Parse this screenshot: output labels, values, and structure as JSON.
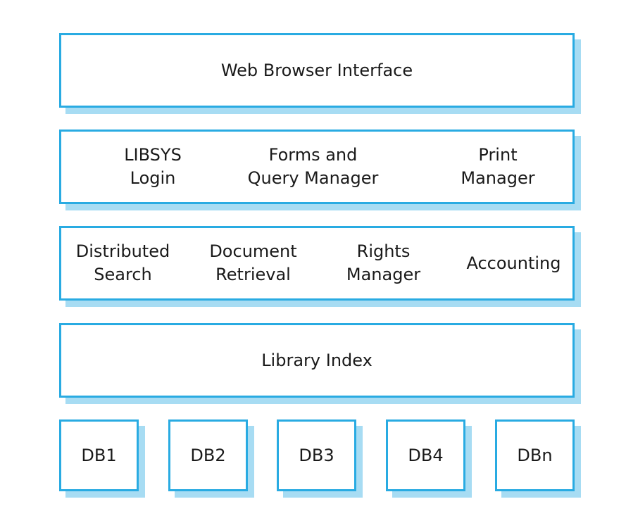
{
  "layers": {
    "browser": "Web Browser Interface",
    "ui": [
      "LIBSYS\nLogin",
      "Forms and\nQuery Manager",
      "Print\nManager"
    ],
    "services": [
      "Distributed\nSearch",
      "Document\nRetrieval",
      "Rights\nManager",
      "Accounting"
    ],
    "index": "Library Index",
    "databases": [
      "DB1",
      "DB2",
      "DB3",
      "DB4",
      "DBn"
    ]
  },
  "colors": {
    "border": "#29abe2",
    "shadow": "#a7dcf3"
  }
}
